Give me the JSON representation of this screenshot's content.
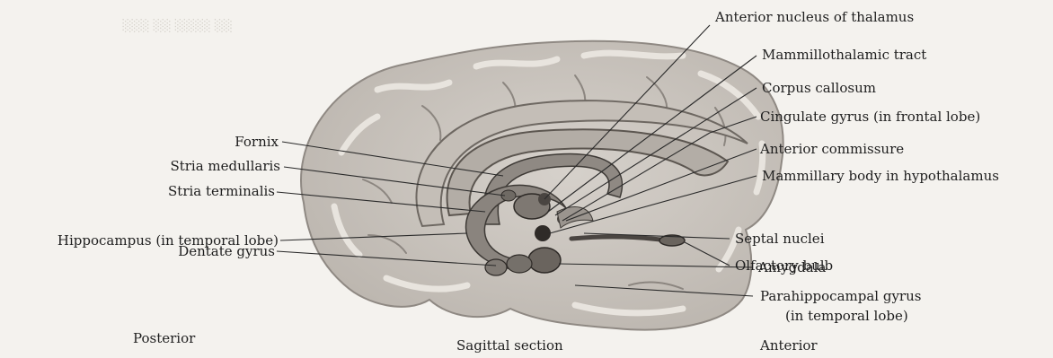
{
  "labels_left": [
    {
      "id": "fornix",
      "text": "Fornix"
    },
    {
      "id": "stria-medullaris",
      "text": "Stria medullaris"
    },
    {
      "id": "stria-terminalis",
      "text": "Stria terminalis"
    },
    {
      "id": "hippocampus",
      "text": "Hippocampus (in temporal lobe)"
    },
    {
      "id": "dentate-gyrus",
      "text": "Dentate gyrus"
    }
  ],
  "labels_right": [
    {
      "id": "anterior-nucleus-thalamus",
      "text": "Anterior nucleus of thalamus"
    },
    {
      "id": "mammillothalamic-tract",
      "text": "Mammillothalamic tract"
    },
    {
      "id": "corpus-callosum",
      "text": "Corpus callosum"
    },
    {
      "id": "cingulate-gyrus",
      "text": "Cingulate gyrus (in frontal lobe)"
    },
    {
      "id": "anterior-commissure",
      "text": "Anterior commissure"
    },
    {
      "id": "mammillary-body",
      "text": "Mammillary body in hypothalamus"
    },
    {
      "id": "septal-nuclei",
      "text": "Septal nuclei"
    },
    {
      "id": "olfactory-bulb",
      "text": "Olfactory bulb"
    },
    {
      "id": "amygdala",
      "text": "Amygdala"
    },
    {
      "id": "parahippocampal-gyrus",
      "text": "Parahippocampal gyrus"
    },
    {
      "id": "parahippocampal-gyrus-2",
      "text": "(in temporal lobe)"
    }
  ],
  "captions": {
    "posterior": "Posterior",
    "section": "Sagittal section",
    "anterior": "Anterior"
  },
  "colors": {
    "brain_fill": "#cfcac4",
    "brain_dark": "#9b958f",
    "structure_fill": "#8b857f",
    "line": "#2a2a2a",
    "background": "#f4f2ee"
  }
}
